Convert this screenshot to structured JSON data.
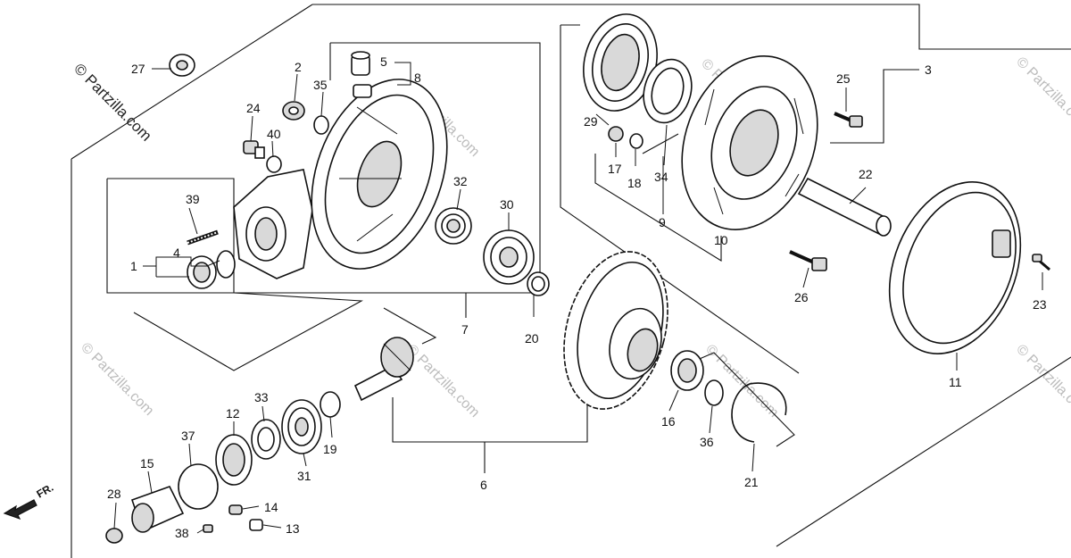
{
  "watermark": {
    "main": "© Partzilla.com",
    "faint": "© Partzilla.com"
  },
  "direction_label": "FR.",
  "callouts": {
    "c1": "1",
    "c2": "2",
    "c3": "3",
    "c4": "4",
    "c5": "5",
    "c6": "6",
    "c7": "7",
    "c8": "8",
    "c9": "9",
    "c10": "10",
    "c11": "11",
    "c12": "12",
    "c13": "13",
    "c14": "14",
    "c15": "15",
    "c16": "16",
    "c17": "17",
    "c18": "18",
    "c19": "19",
    "c20": "20",
    "c21": "21",
    "c22": "22",
    "c23": "23",
    "c24": "24",
    "c25": "25",
    "c26": "26",
    "c27": "27",
    "c28": "28",
    "c29": "29",
    "c30": "30",
    "c31": "31",
    "c32": "32",
    "c33": "33",
    "c34": "34",
    "c35": "35",
    "c36": "36",
    "c37": "37",
    "c38": "38",
    "c39": "39",
    "c40": "40"
  }
}
